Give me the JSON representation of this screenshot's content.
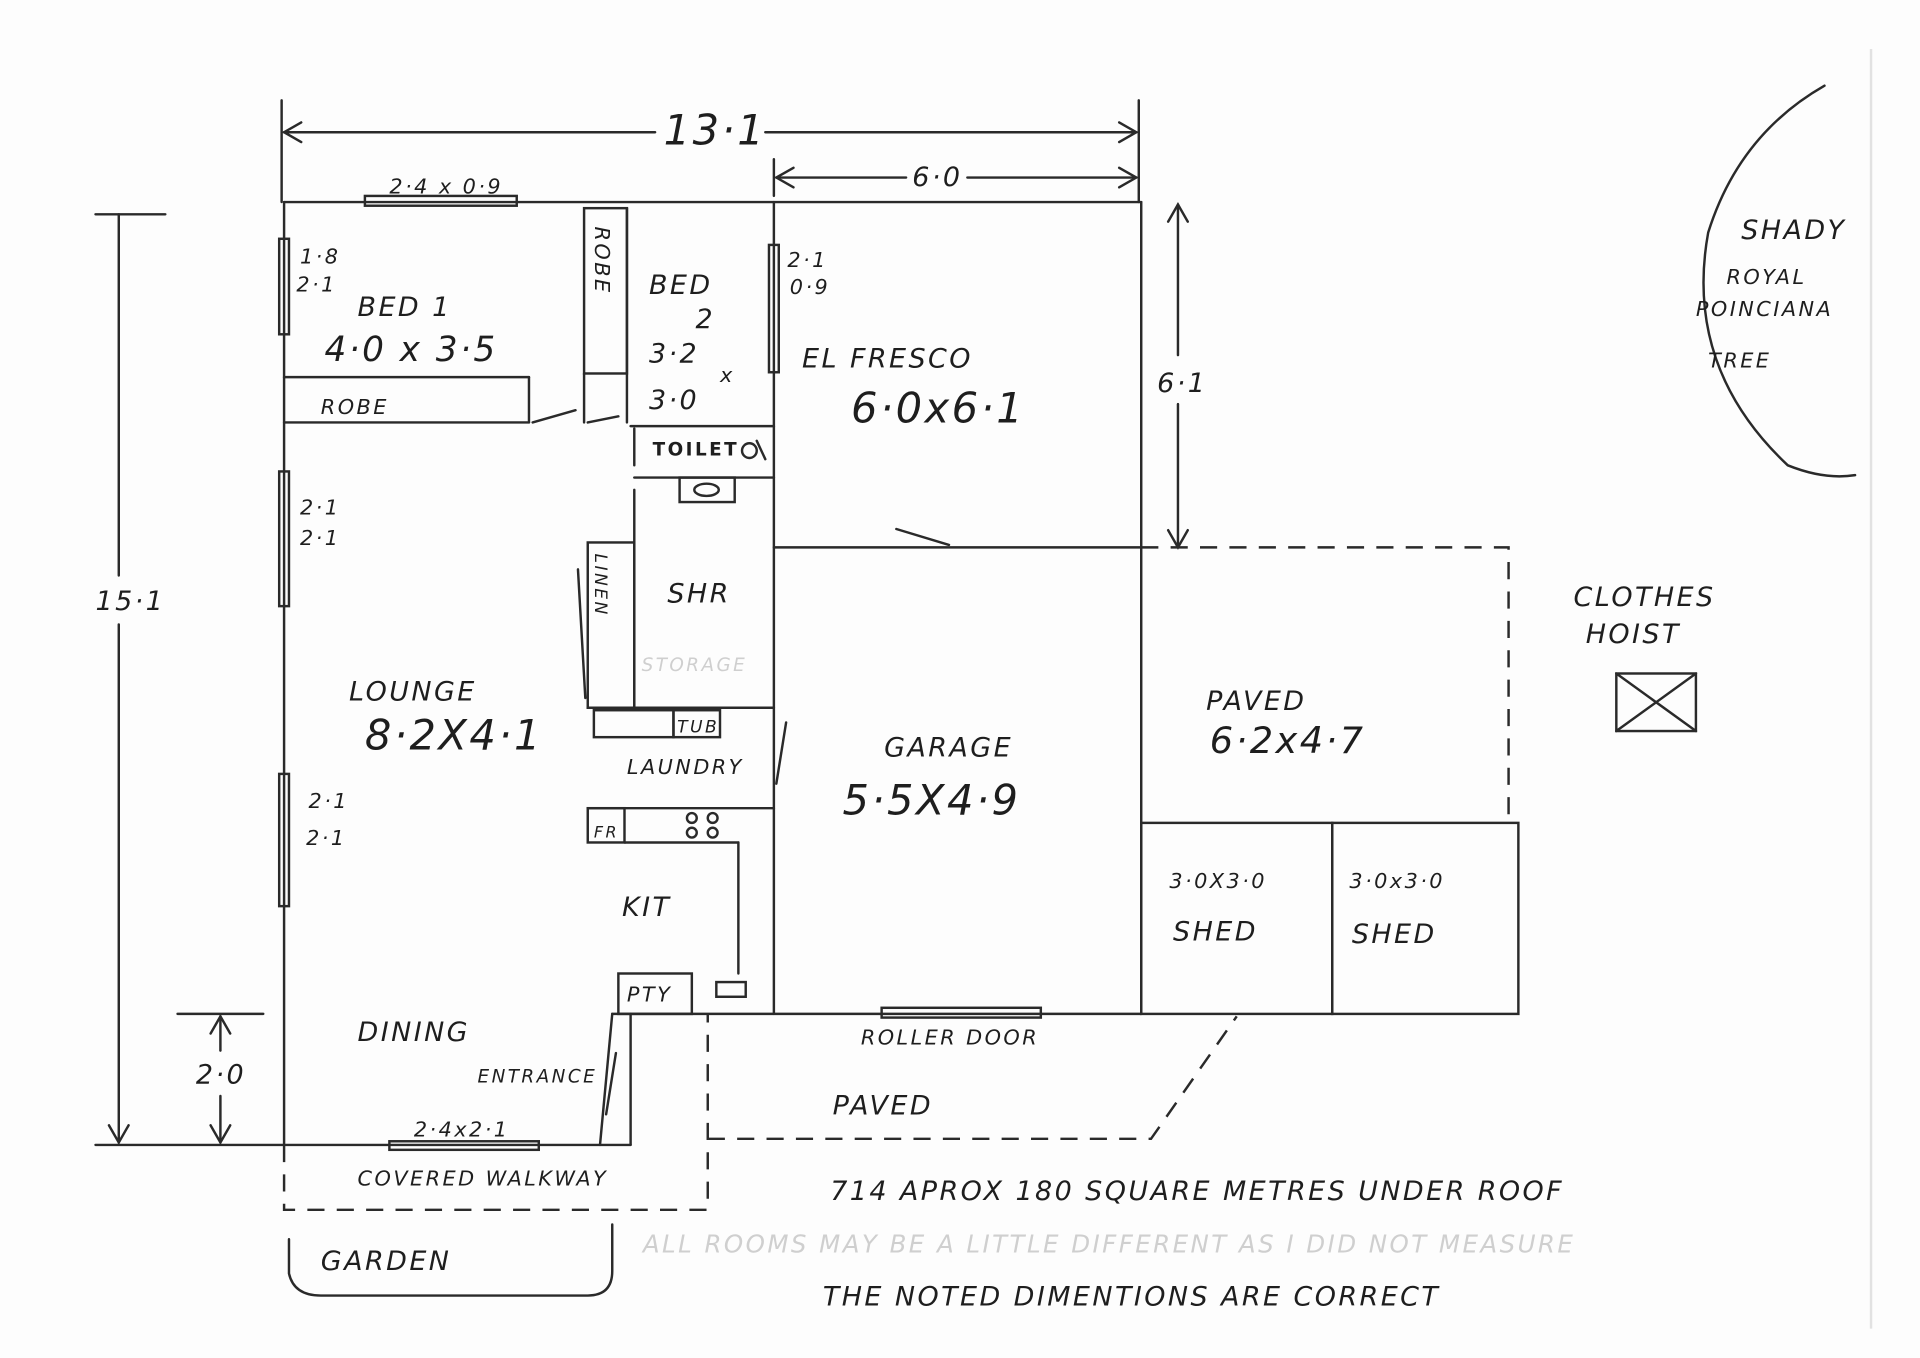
{
  "dimensions": {
    "overall_width": "13·1",
    "elfresco_width": "6·0",
    "elfresco_depth": "6·1",
    "overall_depth": "15·1",
    "entrance_depth": "2·0"
  },
  "windows": {
    "bed1_top": "2·4 x 0·9",
    "bed1_side_a": "1·8",
    "bed1_side_b": "2·1",
    "bed2_a": "2·1",
    "bed2_b": "0·9",
    "lounge_upper_a": "2·1",
    "lounge_upper_b": "2·1",
    "lounge_lower_a": "2·1",
    "lounge_lower_b": "2·1",
    "dining": "2·4x2·1"
  },
  "rooms": {
    "bed1": {
      "name": "BED 1",
      "size": "4·0 x 3·5"
    },
    "robe1": "ROBE",
    "robe2": "ROBE",
    "bed2": {
      "name": "BED",
      "num": "2",
      "size_a": "3·2",
      "x": "x",
      "size_b": "3·0"
    },
    "elfresco": {
      "name": "EL FRESCO",
      "size": "6·0x6·1"
    },
    "toilet": "TOILET",
    "linen": "LINEN",
    "shr": "SHR",
    "storage": "STORAGE",
    "tub": "TUB",
    "laundry": "LAUNDRY",
    "fridge": "FR",
    "kitchen": "KIT",
    "pantry": "PTY",
    "lounge": {
      "name": "LOUNGE",
      "size": "8·2X4·1"
    },
    "dining": "DINING",
    "entrance": "ENTRANCE",
    "garage": {
      "name": "GARAGE",
      "size": "5·5X4·9"
    },
    "paved_side": {
      "name": "PAVED",
      "size": "6·2x4·7"
    },
    "shed1": {
      "size": "3·0X3·0",
      "name": "SHED"
    },
    "shed2": {
      "size": "3·0x3·0",
      "name": "SHED"
    },
    "roller_door": "ROLLER DOOR",
    "paved_front": "PAVED",
    "walkway": "COVERED WALKWAY",
    "garden": "GARDEN"
  },
  "outside": {
    "tree": [
      "SHADY",
      "ROYAL",
      "POINCIANA",
      "TREE"
    ],
    "clothes_hoist": [
      "CLOTHES",
      "HOIST"
    ]
  },
  "notes": {
    "area": "714 APROX 180 SQUARE METRES UNDER ROOF",
    "faint": "ALL ROOMS MAY BE A LITTLE DIFFERENT AS I DID NOT MEASURE",
    "correct": "THE NOTED DIMENTIONS ARE CORRECT"
  }
}
